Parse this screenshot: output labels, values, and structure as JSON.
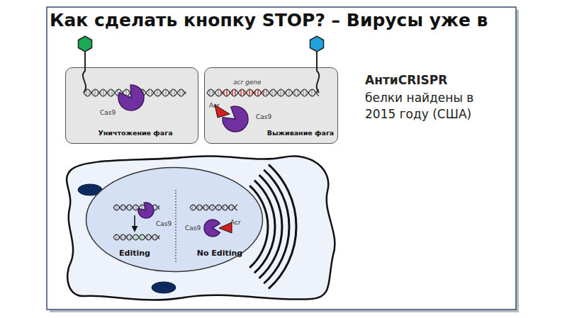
{
  "diagram": {
    "title": "Как сделать кнопку STOP? – Вирусы уже в",
    "nodes": [
      {
        "text": [
          "Cas9",
          "Уничтожение фага"
        ]
      },
      {
        "text": [
          "acr gene",
          "Acr",
          "Cas9",
          "Выживание фага"
        ]
      },
      {
        "text": [
          "Cas9",
          "Editing",
          "Cas9",
          "Acr",
          "No Editing"
        ]
      }
    ],
    "labels": [
      "АнтиCRISPR",
      "белки найдены в 2015 году (США)"
    ]
  }
}
